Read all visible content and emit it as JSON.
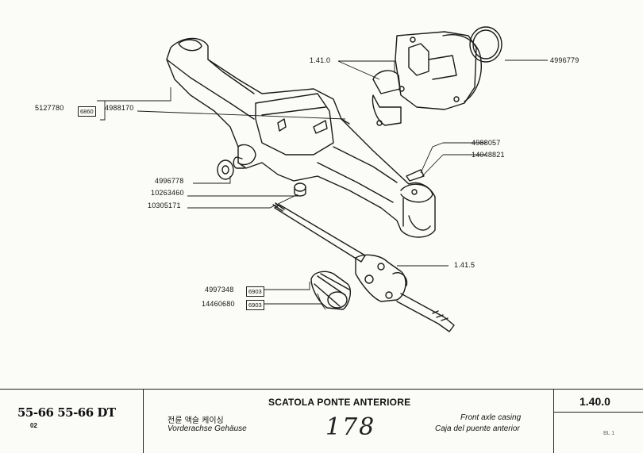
{
  "callouts": {
    "c_141_0": "1.41.0",
    "c_4996779": "4996779",
    "c_5127780": "5127780",
    "c_6860": "6860",
    "c_4988170": "4988170",
    "c_4988057": "4988057",
    "c_14048821": "14048821",
    "c_4996778": "4996778",
    "c_10263460": "10263460",
    "c_10305171": "10305171",
    "c_141_5": "1.41.5",
    "c_4997348": "4997348",
    "c_6903a": "6903",
    "c_14460680": "14460680",
    "c_6903b": "6903"
  },
  "title_block": {
    "model": "55-66  55-66 DT",
    "variant": "02",
    "title_it": "SCATOLA PONTE ANTERIORE",
    "title_ko": "전륜 액슬 케이싱",
    "title_de": "Vorderachse Gehäuse",
    "title_en": "Front axle casing",
    "title_es": "Caja del puente anterior",
    "handwritten": "178",
    "page_code": "1.40.0",
    "page_sub": "BL 1"
  }
}
